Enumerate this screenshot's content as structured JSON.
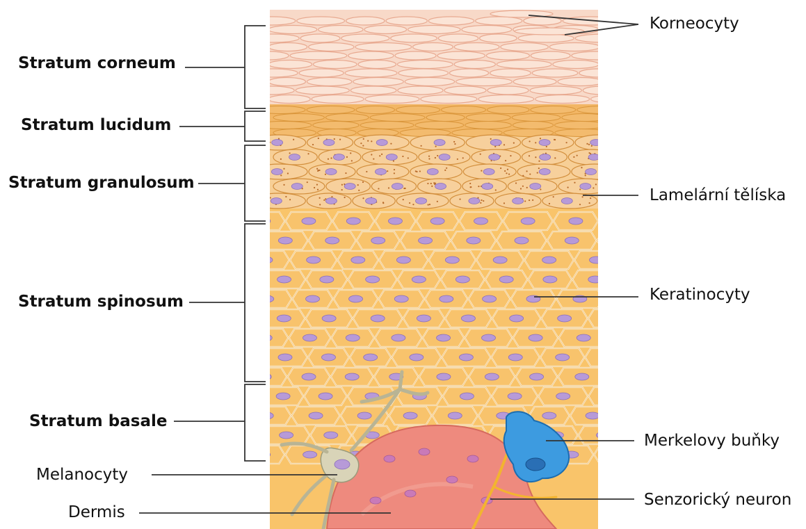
{
  "layers": [
    {
      "id": "corneum",
      "label": "Stratum corneum"
    },
    {
      "id": "lucidum",
      "label": "Stratum lucidum"
    },
    {
      "id": "granulosum",
      "label": "Stratum granulosum"
    },
    {
      "id": "spinosum",
      "label": "Stratum spinosum"
    },
    {
      "id": "basale",
      "label": "Stratum basale"
    }
  ],
  "left_parts": [
    {
      "id": "melanocyty",
      "label": "Melanocyty"
    },
    {
      "id": "dermis",
      "label": "Dermis"
    }
  ],
  "right_parts": [
    {
      "id": "korneocyty",
      "label": "Korneocyty"
    },
    {
      "id": "lamelarni",
      "label": "Lamelární tělíska"
    },
    {
      "id": "keratinocyty",
      "label": "Keratinocyty"
    },
    {
      "id": "merkel",
      "label": "Merkelovy buňky"
    },
    {
      "id": "neuron",
      "label": "Senzorický neuron"
    }
  ],
  "colors": {
    "corneum": "#f8d9c8",
    "corneum_line": "#e8a990",
    "lucidum": "#f2b665",
    "granulosum": "#f7cf96",
    "spinosum": "#f9c46a",
    "cell_border": "#d98f2c",
    "nucleus": "#b79ad8",
    "dermis": "#ee8a7e",
    "melanocyte": "#d9d4b8",
    "merkel": "#3d9be0",
    "neuron": "#f2b430",
    "leader": "#333333"
  }
}
